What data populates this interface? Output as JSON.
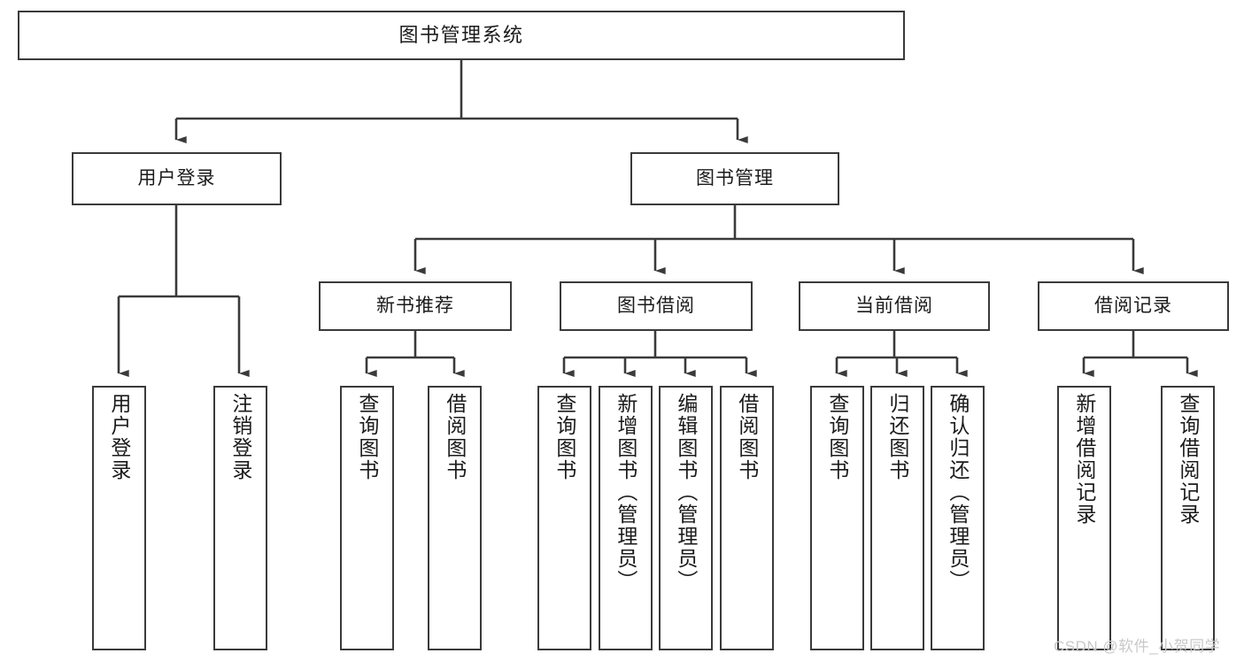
{
  "diagram": {
    "title": "图书管理系统",
    "type": "hierarchy-tree",
    "watermark": "CSDN @软件_小贺同学",
    "colors": {
      "stroke": "#3a3a3a",
      "fill": "#ffffff",
      "text": "#1b1b1b",
      "watermark": "#c9c9c9"
    },
    "levels": {
      "root": {
        "label": "图书管理系统"
      },
      "level2": [
        {
          "id": "user-login",
          "label": "用户登录"
        },
        {
          "id": "book-manage",
          "label": "图书管理"
        }
      ],
      "level3": [
        {
          "id": "new-book-recommend",
          "label": "新书推荐",
          "parent": "book-manage"
        },
        {
          "id": "book-borrow",
          "label": "图书借阅",
          "parent": "book-manage"
        },
        {
          "id": "current-borrow",
          "label": "当前借阅",
          "parent": "book-manage"
        },
        {
          "id": "borrow-record",
          "label": "借阅记录",
          "parent": "book-manage"
        }
      ],
      "leaves": [
        {
          "id": "leaf-user-login",
          "label": "用户登录",
          "parent": "user-login"
        },
        {
          "id": "leaf-logout",
          "label": "注销登录",
          "parent": "user-login"
        },
        {
          "id": "leaf-query-book-1",
          "label": "查询图书",
          "parent": "new-book-recommend"
        },
        {
          "id": "leaf-borrow-book-1",
          "label": "借阅图书",
          "parent": "new-book-recommend"
        },
        {
          "id": "leaf-query-book-2",
          "label": "查询图书",
          "parent": "book-borrow"
        },
        {
          "id": "leaf-add-book",
          "label": "新增图书（管理员）",
          "parent": "book-borrow"
        },
        {
          "id": "leaf-edit-book",
          "label": "编辑图书（管理员）",
          "parent": "book-borrow"
        },
        {
          "id": "leaf-borrow-book-2",
          "label": "借阅图书",
          "parent": "book-borrow"
        },
        {
          "id": "leaf-query-book-3",
          "label": "查询图书",
          "parent": "current-borrow"
        },
        {
          "id": "leaf-return-book",
          "label": "归还图书",
          "parent": "current-borrow"
        },
        {
          "id": "leaf-confirm-return",
          "label": "确认归还（管理员）",
          "parent": "current-borrow"
        },
        {
          "id": "leaf-add-record",
          "label": "新增借阅记录",
          "parent": "borrow-record"
        },
        {
          "id": "leaf-query-record",
          "label": "查询借阅记录",
          "parent": "borrow-record"
        }
      ]
    }
  }
}
